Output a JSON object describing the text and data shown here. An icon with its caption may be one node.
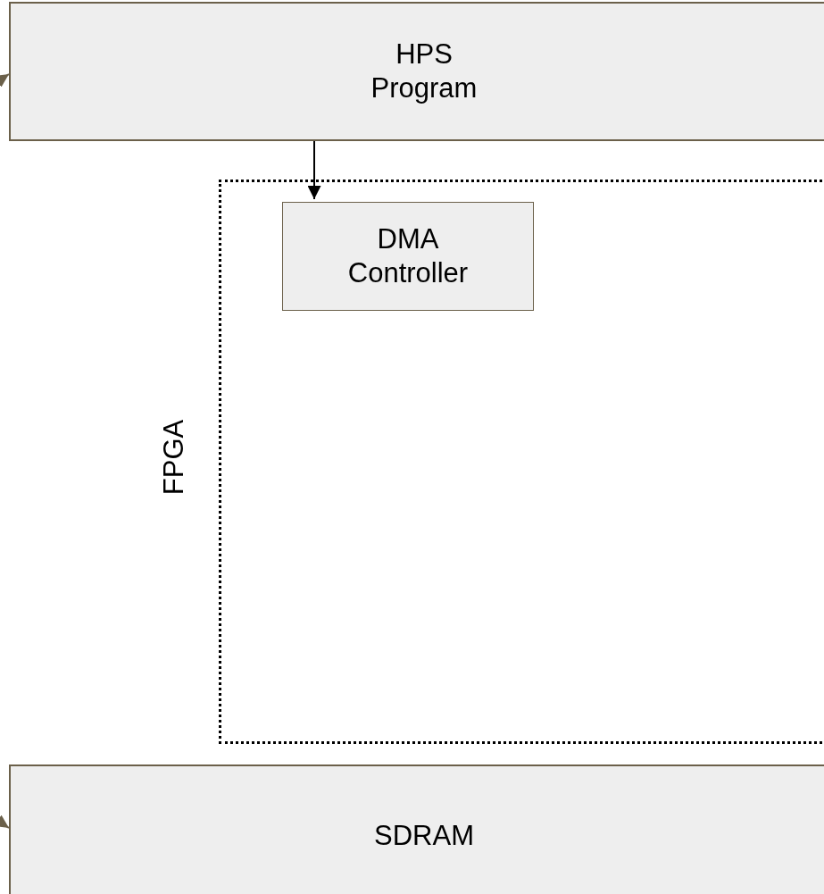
{
  "diagram": {
    "nodes": [
      {
        "text": [
          "HPS Program"
        ]
      },
      {
        "text": [
          "FPGA"
        ]
      },
      {
        "text": [
          "DMA Controller"
        ],
        "in": 1
      },
      {
        "text": [
          "SDRAM"
        ]
      }
    ],
    "edges": [
      {
        "from": null,
        "to": 0,
        "arrow": "to"
      },
      {
        "from": 0,
        "to": 2,
        "arrow": "to",
        "color": "#000000"
      },
      {
        "from": null,
        "to": 3,
        "arrow": "to"
      }
    ]
  }
}
